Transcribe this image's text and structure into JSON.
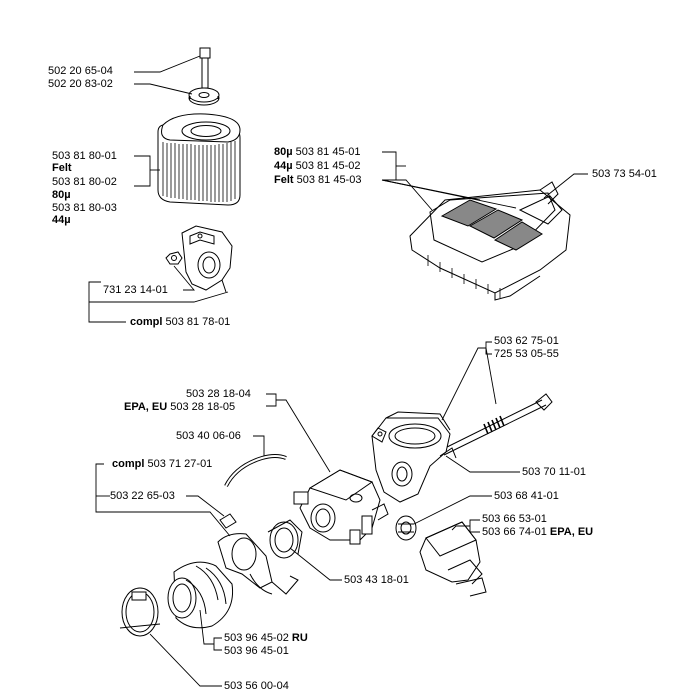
{
  "labels": {
    "bolt_top": "502 20 65-04",
    "nut_top": "502 20 83-02",
    "filter_felt_num": "503 81 80-01",
    "filter_felt_tag": "Felt",
    "filter_80_num": "503 81 80-02",
    "filter_80_tag": "80µ",
    "filter_44_num": "503 81 80-03",
    "filter_44_tag": "44µ",
    "nut_small": "731 23 14-01",
    "compl_tag_1": "compl",
    "compl_num_1": "503 81 78-01",
    "cover_80_tag": "80µ",
    "cover_80_num": "503 81 45-01",
    "cover_44_tag": "44µ",
    "cover_44_num": "503 81 45-02",
    "cover_felt_tag": "Felt",
    "cover_felt_num": "503 81 45-03",
    "cover_main": "503 73 54-01",
    "rod_1": "503 62 75-01",
    "rod_2": "725 53 05-55",
    "carb_num": "503 28 18-04",
    "carb_epa_tag": "EPA, EU",
    "carb_epa_num": "503 28 18-05",
    "hose": "503 40 06-06",
    "compl_tag_2": "compl",
    "compl_num_2": "503 71 27-01",
    "bracket": "503 22 65-03",
    "spring_rod": "503 70 11-01",
    "grommet": "503 68 41-01",
    "lever_1": "503 66 53-01",
    "lever_2_num": "503 66 74-01",
    "lever_2_tag": "EPA, EU",
    "gasket": "503 43 18-01",
    "intake_ru_num": "503 96 45-02",
    "intake_ru_tag": "RU",
    "intake": "503 96 45-01",
    "clamp": "503 56 00-04"
  }
}
